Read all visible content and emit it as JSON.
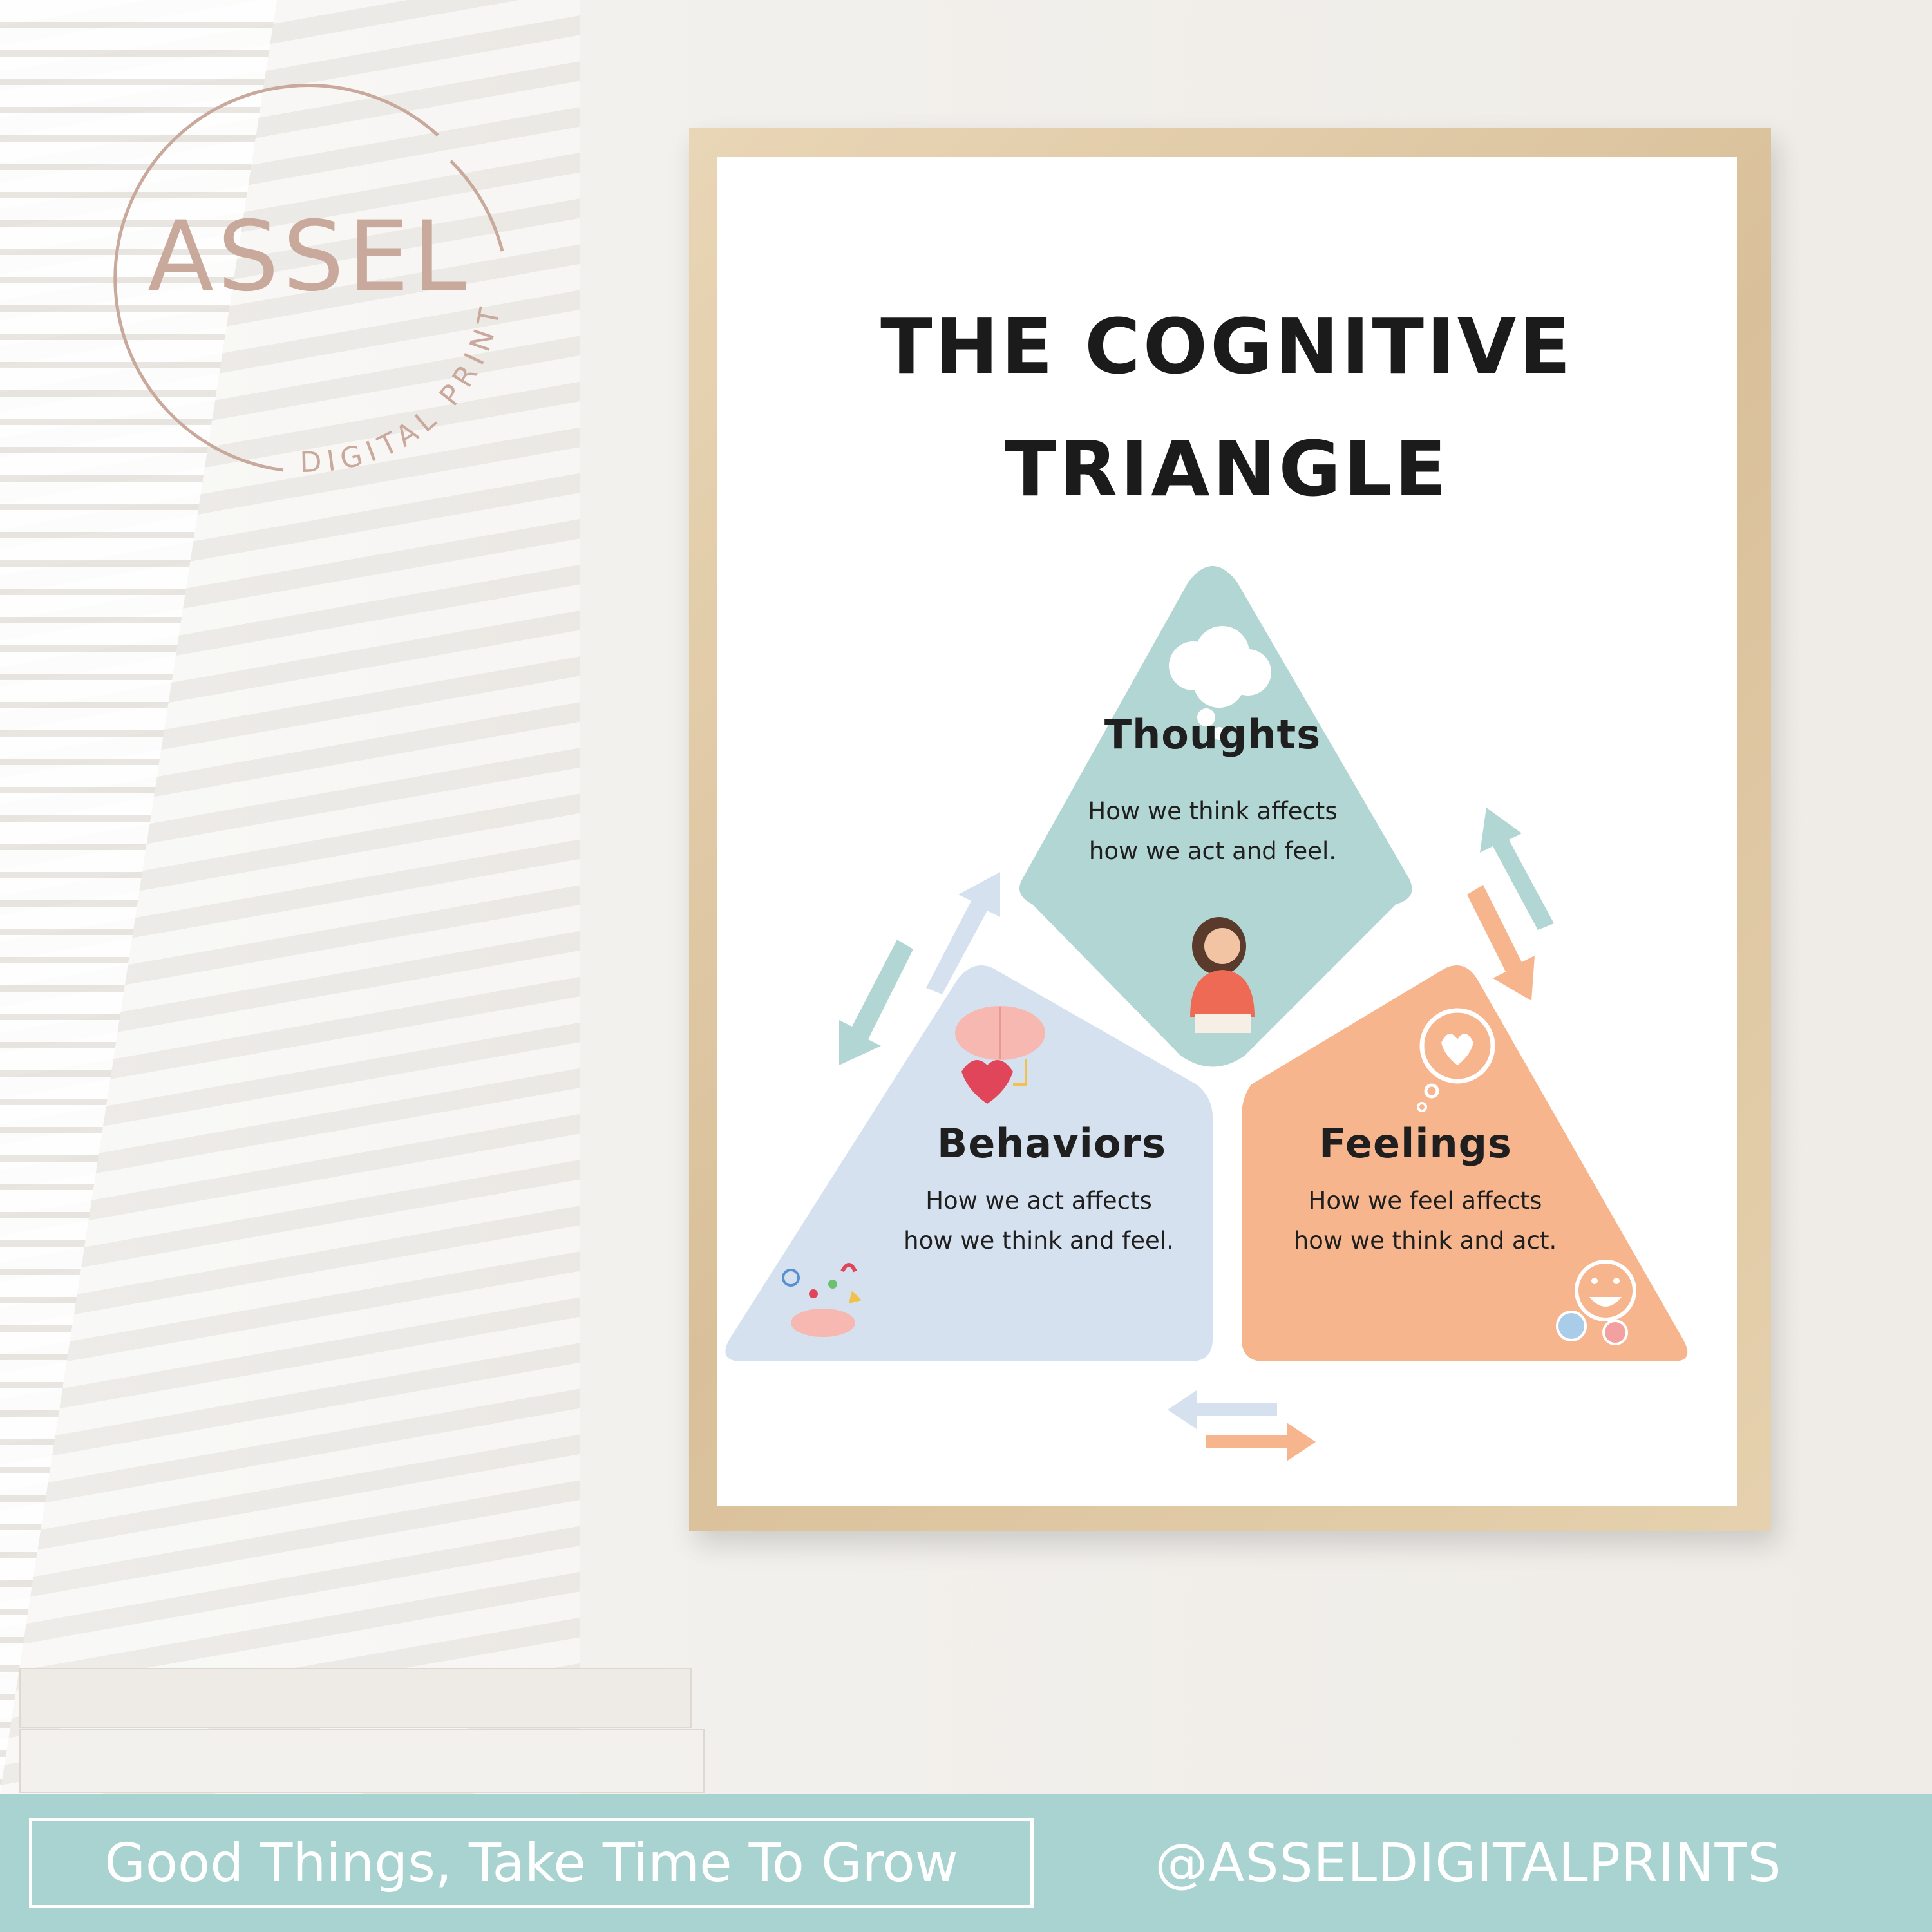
{
  "logo": {
    "name": "ASSEL",
    "subtitle": "DIGITAL PRINT"
  },
  "poster": {
    "title_line1": "THE COGNITIVE",
    "title_line2": "TRIANGLE",
    "nodes": [
      {
        "heading": "Thoughts",
        "line1": "How we think affects",
        "line2": "how we act and feel.",
        "color": "#b2d6d3"
      },
      {
        "heading": "Behaviors",
        "line1": "How we act affects",
        "line2": "how we think and feel.",
        "color": "#d5e1ef"
      },
      {
        "heading": "Feelings",
        "line1": "How we feel affects",
        "line2": "how we think and act.",
        "color": "#f7b58e"
      }
    ]
  },
  "banner": {
    "tagline": "Good Things, Take Time To Grow",
    "handle": "@ASSELDIGITALPRINTS",
    "color": "#a9d3d1"
  },
  "icons": [
    "thought-cloud-icon",
    "thinking-woman-icon",
    "brain-heart-icon",
    "brain-ideas-icon",
    "heart-bubble-icon",
    "emoji-faces-icon",
    "double-arrow-icon"
  ]
}
